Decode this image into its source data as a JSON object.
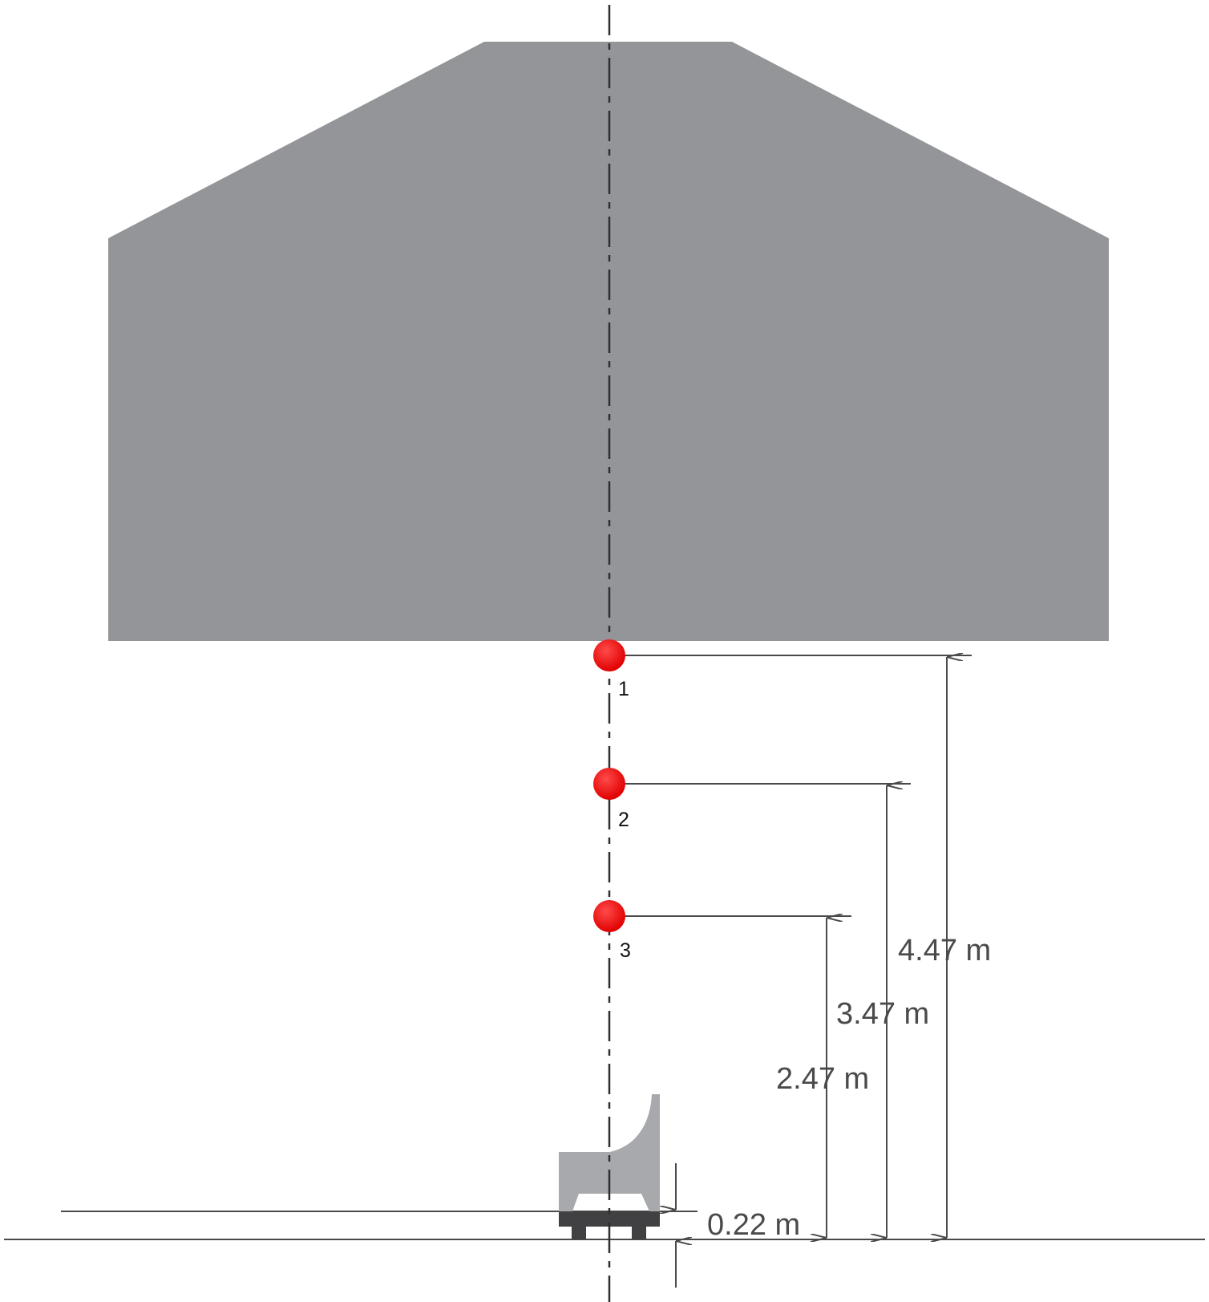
{
  "diagram": {
    "points": [
      {
        "id": "point-1",
        "label": "1"
      },
      {
        "id": "point-2",
        "label": "2"
      },
      {
        "id": "point-3",
        "label": "3"
      }
    ],
    "dimensions": {
      "d1": "4.47 m",
      "d2": "3.47 m",
      "d3": "2.47 m",
      "d4": "0.22 m"
    },
    "colors": {
      "body": "#939598",
      "point": "#ff0000",
      "line": "#4a4a4a",
      "cushion": "#a7a9ac",
      "base": "#414042"
    }
  }
}
